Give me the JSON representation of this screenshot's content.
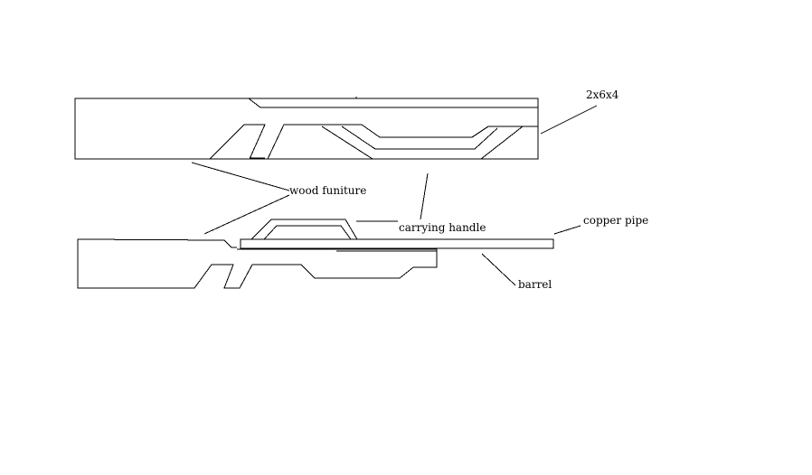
{
  "labels": {
    "stock_dimension": "2x6x4",
    "wood_furniture": "wood funiture",
    "carrying_handle": "carrying handle",
    "copper_pipe": "copper pipe",
    "barrel": "barrel"
  },
  "colors": {
    "background": "#ffffff",
    "line": "#000000"
  }
}
